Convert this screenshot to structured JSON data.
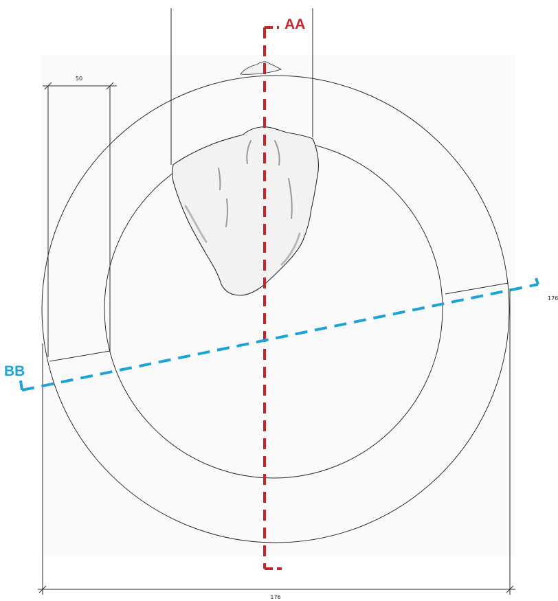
{
  "colors": {
    "line": "#2a2a2a",
    "section_aa": "#c1272d",
    "section_bb": "#1fa2d6",
    "stone_fill": "#f2f2f2",
    "stone_shade": "#c8c8c8"
  },
  "sections": {
    "aa_label": "AA",
    "bb_label": "BB"
  },
  "dimensions": {
    "ring_width": "50",
    "overall_width": "176",
    "section_marker_note": "176"
  },
  "icons": {
    "dimension_tick": "slash-tick",
    "stone": "irregular-stone-outline"
  }
}
